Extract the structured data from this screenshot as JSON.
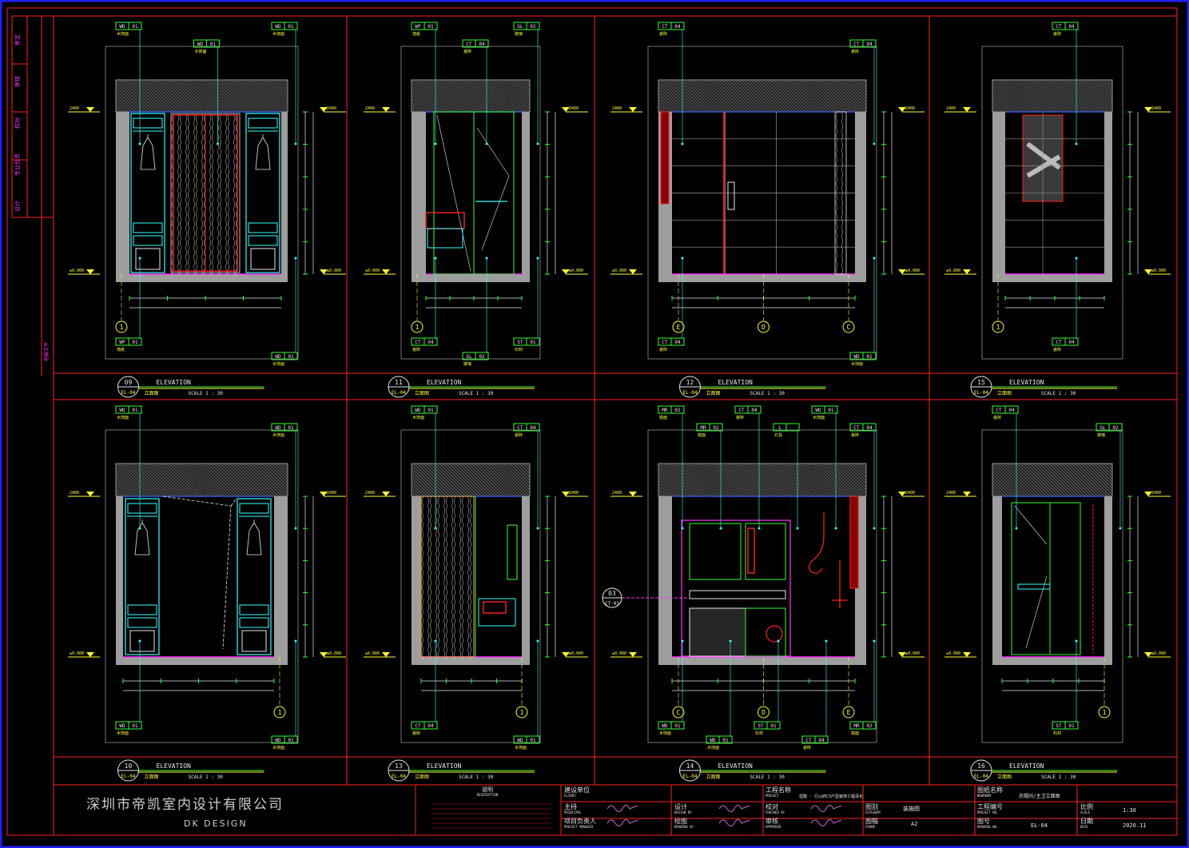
{
  "company": {
    "name_cn": "深圳市帝凯室内设计有限公司",
    "name_en": "DK DESIGN"
  },
  "level_labels": {
    "ceiling": "2400",
    "floor": "±0.000"
  },
  "views": [
    {
      "id": "v09",
      "num": "09",
      "ref": "EL-04",
      "title": "ELEVATION",
      "sub": "立面图",
      "scale": "SCALE 1 : 30",
      "grid": [
        "1"
      ],
      "tags": [
        {
          "code": "WD",
          "no": "01",
          "name": "木饰面"
        },
        {
          "code": "WD",
          "no": "01",
          "name": "木饰面"
        },
        {
          "code": "WD",
          "no": "01",
          "name": "木饰面"
        },
        {
          "code": "WP",
          "no": "01",
          "name": "墙纸"
        },
        {
          "code": "WD",
          "no": "01",
          "name": "木饰面"
        }
      ]
    },
    {
      "id": "v11",
      "num": "11",
      "ref": "EL-04",
      "title": "ELEVATION",
      "sub": "立面图",
      "scale": "SCALE 1 : 30",
      "grid": [
        "1"
      ],
      "tags": [
        {
          "code": "WP",
          "no": "01",
          "name": "墙纸"
        },
        {
          "code": "CT",
          "no": "04",
          "name": "瓷砖"
        },
        {
          "code": "GL",
          "no": "02",
          "name": "玻璃"
        },
        {
          "code": "CT",
          "no": "04",
          "name": "瓷砖"
        },
        {
          "code": "GL",
          "no": "02",
          "name": "玻璃"
        },
        {
          "code": "ST",
          "no": "01",
          "name": "石材"
        }
      ]
    },
    {
      "id": "v12",
      "num": "12",
      "ref": "EL-04",
      "title": "ELEVATION",
      "sub": "立面图",
      "scale": "SCALE 1 : 30",
      "grid": [
        "E",
        "D",
        "C"
      ],
      "tags": [
        {
          "code": "CT",
          "no": "04",
          "name": "瓷砖"
        },
        {
          "code": "CT",
          "no": "04",
          "name": "瓷砖"
        },
        {
          "code": "CT",
          "no": "04",
          "name": "瓷砖"
        },
        {
          "code": "WD",
          "no": "01",
          "name": "木饰面"
        }
      ]
    },
    {
      "id": "v15",
      "num": "15",
      "ref": "EL-04",
      "title": "ELEVATION",
      "sub": "立面图",
      "scale": "SCALE 1 : 30",
      "grid": [
        "1"
      ],
      "tags": [
        {
          "code": "CT",
          "no": "04",
          "name": "瓷砖"
        },
        {
          "code": "CT",
          "no": "04",
          "name": "瓷砖"
        }
      ]
    },
    {
      "id": "v10",
      "num": "10",
      "ref": "EL-04",
      "title": "ELEVATION",
      "sub": "立面图",
      "scale": "SCALE 1 : 30",
      "grid": [
        "1"
      ],
      "tags": [
        {
          "code": "WD",
          "no": "01",
          "name": "木饰面"
        },
        {
          "code": "WD",
          "no": "01",
          "name": "木饰面"
        },
        {
          "code": "WD",
          "no": "01",
          "name": "木饰面"
        },
        {
          "code": "WD",
          "no": "01",
          "name": "木饰面"
        }
      ]
    },
    {
      "id": "v13",
      "num": "13",
      "ref": "EL-04",
      "title": "ELEVATION",
      "sub": "立面图",
      "scale": "SCALE 1 : 30",
      "grid": [
        "1"
      ],
      "tags": [
        {
          "code": "WD",
          "no": "01",
          "name": "木饰面"
        },
        {
          "code": "CT",
          "no": "04",
          "name": "瓷砖"
        },
        {
          "code": "CT",
          "no": "04",
          "name": "瓷砖"
        },
        {
          "code": "WD",
          "no": "01",
          "name": "木饰面"
        }
      ]
    },
    {
      "id": "v14",
      "num": "14",
      "ref": "EL-04",
      "title": "ELEVATION",
      "sub": "立面图",
      "scale": "SCALE 1 : 30",
      "grid": [
        "C",
        "D",
        "E"
      ],
      "callout": {
        "num": "03",
        "ref": "CT-03"
      },
      "tags": [
        {
          "code": "MR",
          "no": "02",
          "name": "镜面"
        },
        {
          "code": "MR",
          "no": "02",
          "name": "镜面"
        },
        {
          "code": "CT",
          "no": "04",
          "name": "瓷砖"
        },
        {
          "code": "L",
          "no": "",
          "name": "灯具"
        },
        {
          "code": "WD",
          "no": "01",
          "name": "木饰面"
        },
        {
          "code": "CT",
          "no": "04",
          "name": "瓷砖"
        },
        {
          "code": "WD",
          "no": "01",
          "name": "木饰面"
        },
        {
          "code": "WD",
          "no": "01",
          "name": "木饰面"
        },
        {
          "code": "ST",
          "no": "01",
          "name": "石材"
        },
        {
          "code": "CT",
          "no": "04",
          "name": "瓷砖"
        },
        {
          "code": "MR",
          "no": "02",
          "name": "镜面"
        }
      ]
    },
    {
      "id": "v16",
      "num": "16",
      "ref": "EL-04",
      "title": "ELEVATION",
      "sub": "立面图",
      "scale": "SCALE 1 : 30",
      "grid": [
        "1"
      ],
      "tags": [
        {
          "code": "CT",
          "no": "04",
          "name": "瓷砖"
        },
        {
          "code": "GL",
          "no": "02",
          "name": "玻璃"
        },
        {
          "code": "ST",
          "no": "01",
          "name": "石材"
        }
      ]
    }
  ],
  "title_block": {
    "notes_label": "说明",
    "notes_label_en": "DESCRIPTION",
    "client_label": "建设单位",
    "client_label_en": "CLIENT",
    "chief_label": "主持",
    "chief_label_en": "PRINCIPAL",
    "manager_label": "项目负责人",
    "manager_label_en": "PROJECT MANAGER",
    "design_label": "设计",
    "design_label_en": "DESIGN BY",
    "drawn_label": "绘图",
    "drawn_label_en": "DRAWING BY",
    "project_label": "工程名称",
    "project_label_en": "PROJECT",
    "project_value": "恒隆 · 行山府C3户型装饰工程深化",
    "checked_label": "校对",
    "checked_label_en": "CHECKED BY",
    "approved_label": "审核",
    "approved_label_en": "APPROVED",
    "category_label": "图别",
    "category_label_en": "CATEGORY",
    "category_value": "装施图",
    "frame_label": "图幅",
    "frame_label_en": "FRAME",
    "frame_value": "A2",
    "dwgname_label": "图纸名称",
    "dwgname_label_en": "NEWROOM",
    "dwgname_value": "衣帽间/主卫立面图",
    "projno_label": "工程编号",
    "projno_label_en": "PROJECT NO.",
    "dwgno_label": "图号",
    "dwgno_label_en": "DRAWING NO.",
    "dwgno_value": "EL-04",
    "scale_label": "比例",
    "scale_label_en": "SCALE",
    "scale_value": "1:30",
    "date_label": "日期",
    "date_label_en": "DATE",
    "date_value": "2020.11"
  },
  "side_strip": {
    "labels": [
      "审定",
      "审核",
      "校对",
      "专业负责",
      "设计"
    ],
    "note": "电脑文件"
  }
}
